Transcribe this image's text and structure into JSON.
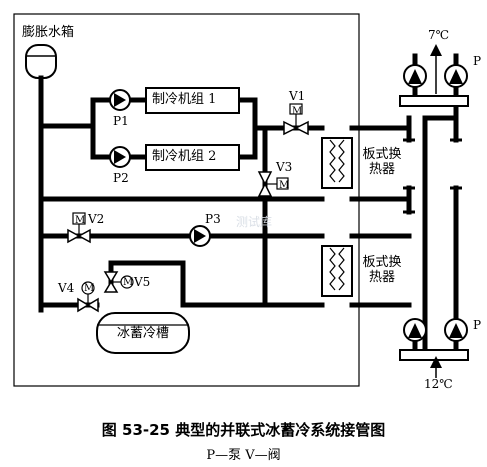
{
  "diagram": {
    "expansion_tank": "膨胀水箱",
    "chiller_1": "制冷机组 1",
    "chiller_2": "制冷机组 2",
    "pump_p1": "P1",
    "pump_p2": "P2",
    "pump_p3": "P3",
    "valve_v1": "V1",
    "valve_v2": "V2",
    "valve_v3": "V3",
    "valve_v4": "V4",
    "valve_v5": "V5",
    "motor_symbol": "M",
    "heat_exchanger_top": "板式换热器",
    "heat_exchanger_bottom": "板式换热器",
    "ice_tank": "冰蓄冷槽",
    "pump_label_top": "P",
    "pump_label_bottom": "P",
    "temp_supply": "7℃",
    "temp_return": "12℃",
    "watermark": "测试库"
  },
  "caption": {
    "title": "图 53-25   典型的并联式冰蓄冷系统接管图",
    "legend": "P—泵   V—阀"
  }
}
